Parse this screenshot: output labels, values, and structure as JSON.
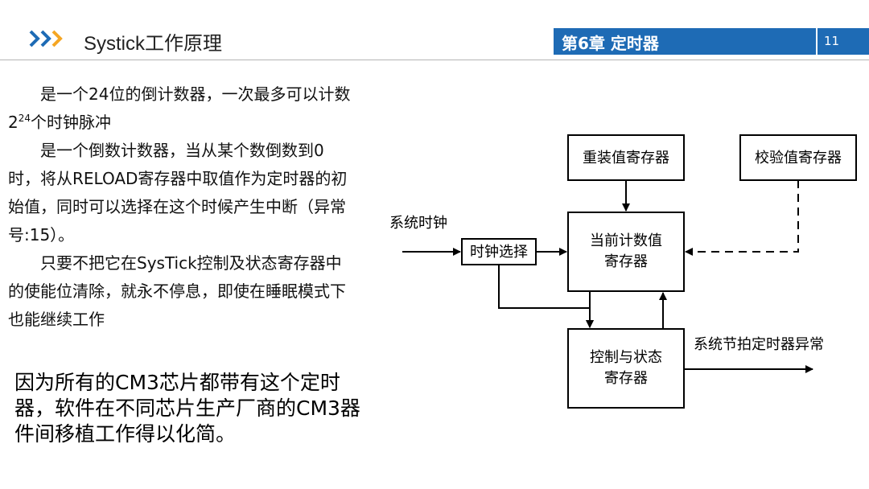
{
  "header": {
    "title": "Systick工作原理",
    "chapter": "第6章 定时器",
    "page_number": "11",
    "colors": {
      "accent": "#1e6bb5",
      "arrow_dark": "#1e6bb5",
      "arrow_light": "#f5a623"
    }
  },
  "body": {
    "p1_a": "是一个24位的倒计数器，一次最多可以计数2",
    "p1_sup": "24",
    "p1_b": "个时钟脉冲",
    "p2": "是一个倒数计数器，当从某个数倒数到0时，将从RELOAD寄存器中取值作为定时器的初始值，同时可以选择在这个时候产生中断（异常号:15）。",
    "p3": "只要不把它在SysTick控制及状态寄存器中的使能位清除，就永不停息，即使在睡眠模式下也能继续工作",
    "highlight": "因为所有的CM3芯片都带有这个定时器，软件在不同芯片生产厂商的CM3器件间移植工作得以化简。"
  },
  "diagram": {
    "reload_register": "重装值寄存器",
    "calib_register": "校验值寄存器",
    "current_value_1": "当前计数值",
    "current_value_2": "寄存器",
    "clock_select": "时钟选择",
    "control_status_1": "控制与状态",
    "control_status_2": "寄存器",
    "system_clock": "系统时钟",
    "systick_exception": "系统节拍定时器异常"
  }
}
